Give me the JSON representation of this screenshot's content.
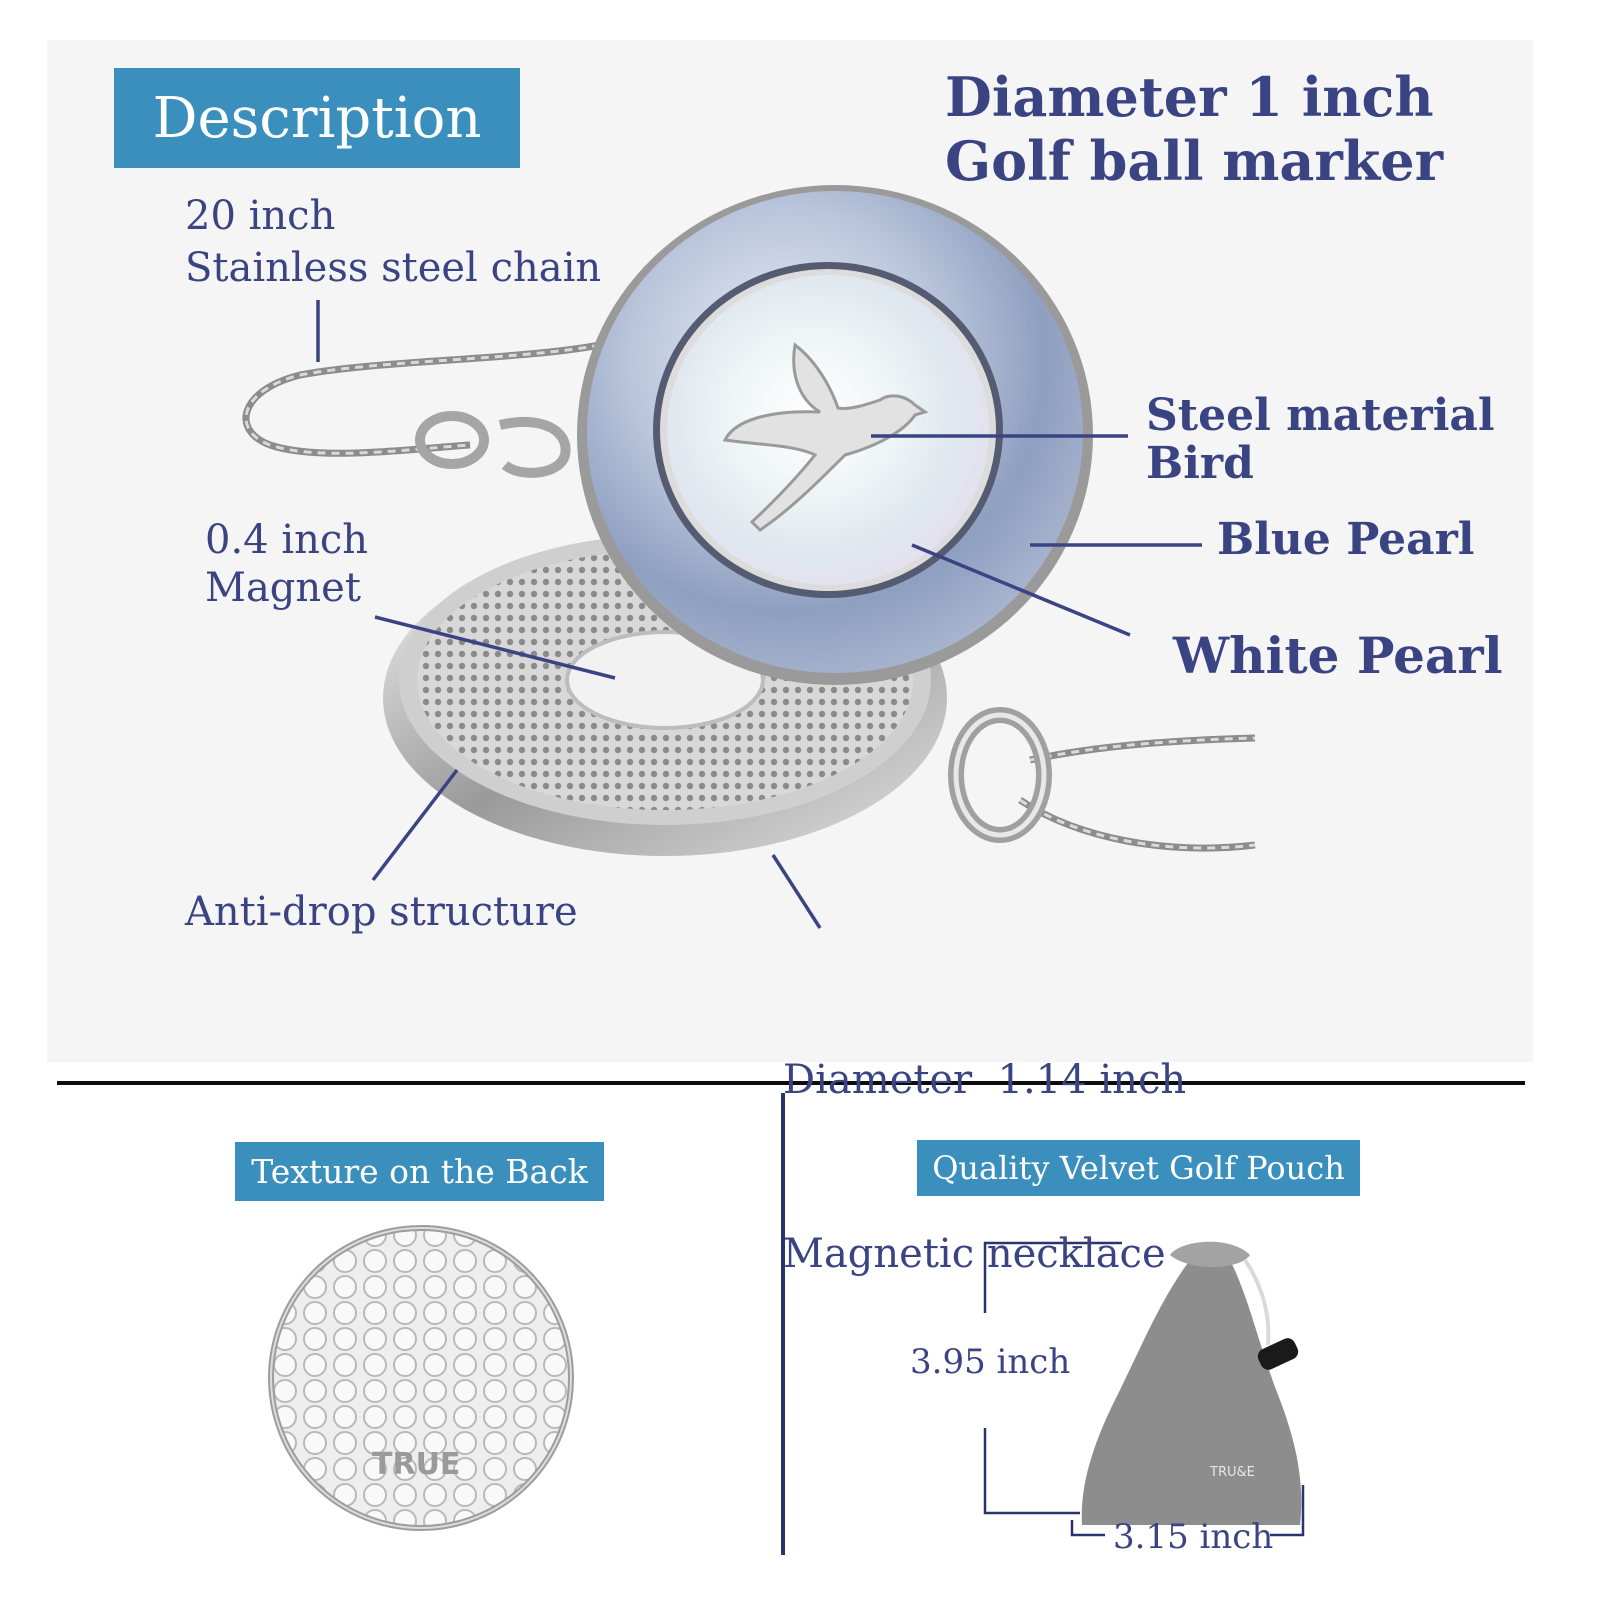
{
  "main": {
    "description_tag": "Description",
    "heading": {
      "line1": "Diameter 1 inch",
      "line2": "Golf ball marker"
    },
    "callouts": {
      "chain": {
        "line1": "20 inch",
        "line2": "Stainless steel chain"
      },
      "bird": {
        "line1": "Steel material",
        "line2": "Bird"
      },
      "blue_pearl": "Blue Pearl",
      "white_pearl": "White Pearl",
      "magnet": {
        "line1": "0.4 inch",
        "line2": "Magnet"
      },
      "anti_drop": "Anti-drop structure",
      "necklace": {
        "line1": "Diameter  1.14 inch",
        "line2": "Magnetic necklace"
      }
    }
  },
  "back_panel": {
    "tag": "Texture on the Back",
    "engraving": "TRUE"
  },
  "pouch_panel": {
    "tag": "Quality Velvet Golf Pouch",
    "height_label": "3.95 inch",
    "width_label": "3.15 inch",
    "pouch_logo": "TRU&E"
  },
  "colors": {
    "tag_blue": "#3a8fbd",
    "text_navy": "#3b4483",
    "panel_gray": "#f5f5f5"
  }
}
